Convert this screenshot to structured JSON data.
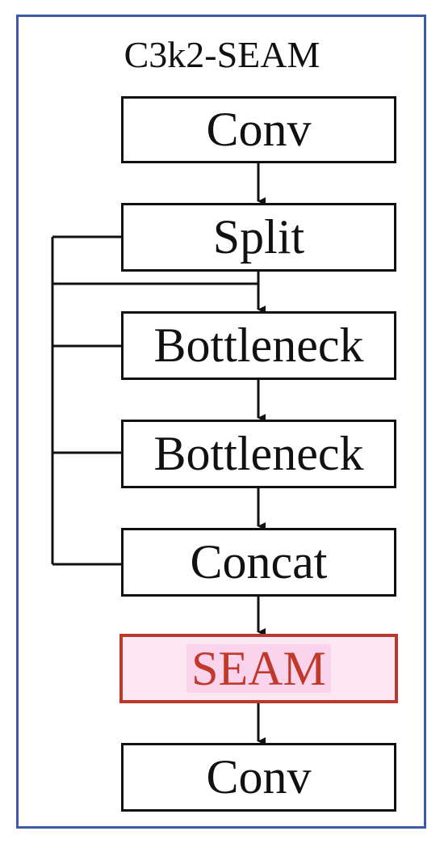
{
  "diagram": {
    "title": "C3k2-SEAM",
    "blocks": [
      {
        "id": "conv-in",
        "label": "Conv"
      },
      {
        "id": "split",
        "label": "Split"
      },
      {
        "id": "bottleneck-1",
        "label": "Bottleneck"
      },
      {
        "id": "bottleneck-2",
        "label": "Bottleneck"
      },
      {
        "id": "concat",
        "label": "Concat"
      },
      {
        "id": "seam",
        "label": "SEAM"
      },
      {
        "id": "conv-out",
        "label": "Conv"
      }
    ],
    "colors": {
      "frame": "#3c5aa8",
      "line": "#111111",
      "seam_border": "#b83a2c",
      "seam_text": "#c0392b",
      "seam_fill": "#fde7f3"
    }
  }
}
